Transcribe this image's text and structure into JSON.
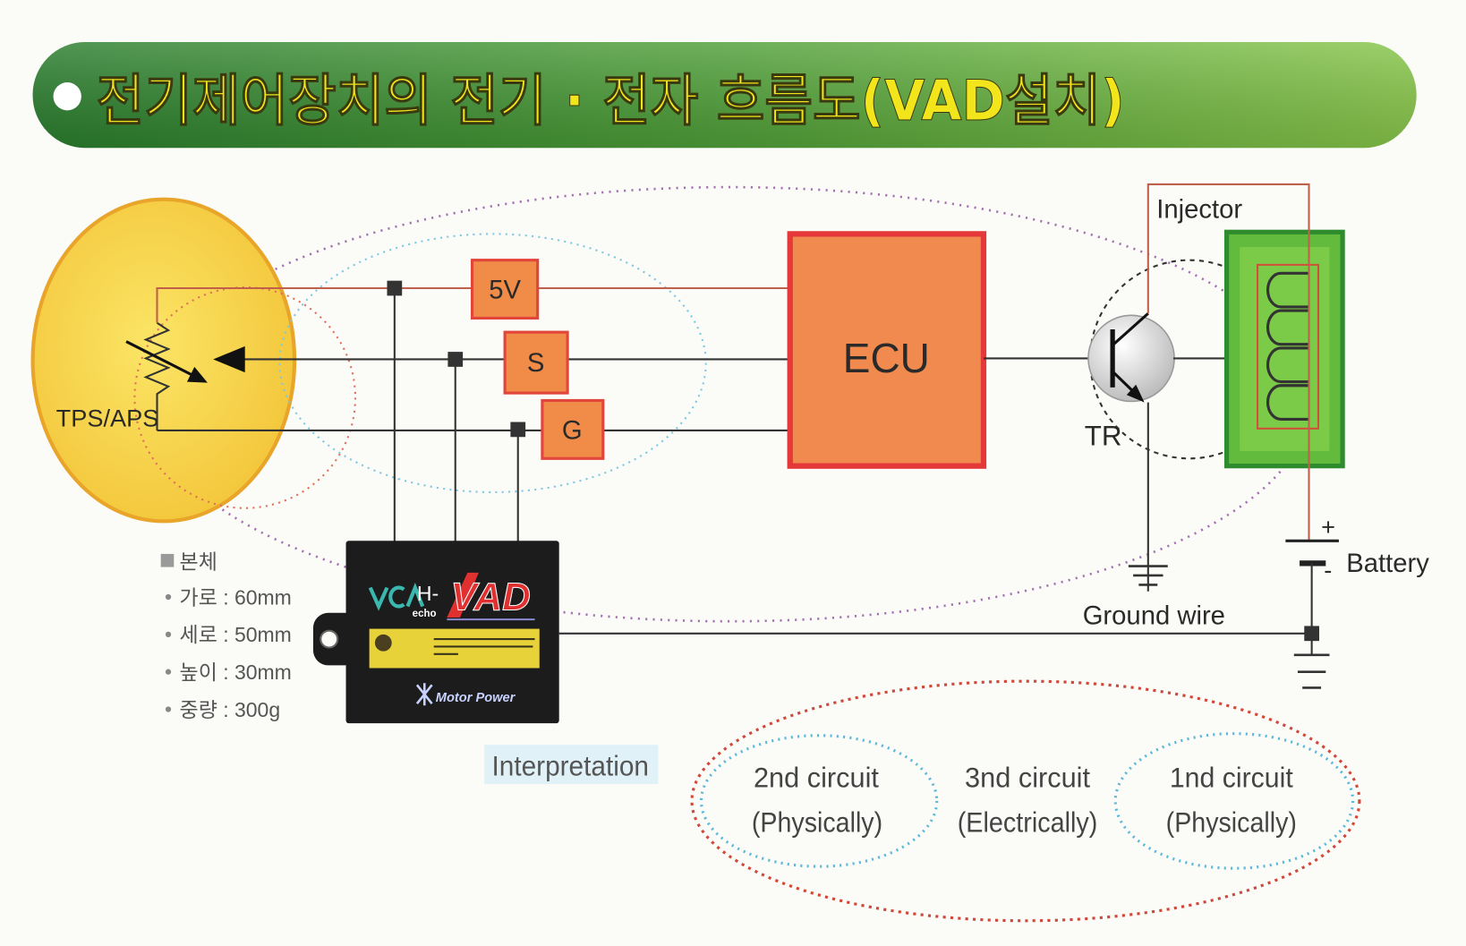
{
  "title": "전기제어장치의 전기 · 전자 흐름도(VAD설치)",
  "colors": {
    "title_text": "#f3e51c",
    "sensor": "#f5d447",
    "box": "#f08c48",
    "box_border": "#e2453a",
    "ecu": "#f08a4e",
    "injector": "#62bb3c",
    "device": "#1c1c1c",
    "label_yellow": "#e8d23a"
  },
  "sensor": {
    "label": "TPS/APS"
  },
  "signals": [
    {
      "label": "5V"
    },
    {
      "label": "S"
    },
    {
      "label": "G"
    }
  ],
  "ecu": {
    "label": "ECU"
  },
  "transistor": {
    "label": "TR"
  },
  "injector": {
    "label": "Injector"
  },
  "battery": {
    "label": "Battery",
    "plus": "+",
    "minus": "-"
  },
  "ground": {
    "label": "Ground wire"
  },
  "device": {
    "brand_prefix": "H-",
    "brand_sub": "echo",
    "logo": "VAD",
    "maker": "Motor Power"
  },
  "specs": {
    "heading": "본체",
    "items": [
      "가로 : 60mm",
      "세로 : 50mm",
      "높이 : 30mm",
      "중량 : 300g"
    ]
  },
  "interpretation": "Interpretation",
  "circuits": [
    {
      "name": "2nd circuit",
      "type": "(Physically)"
    },
    {
      "name": "3nd circuit",
      "type": "(Electrically)"
    },
    {
      "name": "1nd circuit",
      "type": "(Physically)"
    }
  ]
}
